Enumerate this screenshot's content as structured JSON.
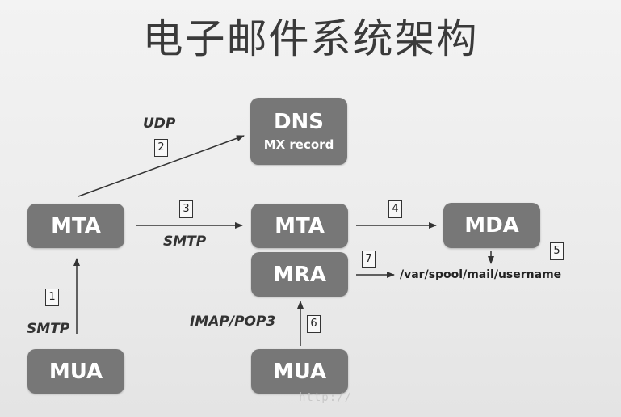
{
  "title": "电子邮件系统架构",
  "boxes": {
    "dns": {
      "main": "DNS",
      "sub": "MX record"
    },
    "mta_left": {
      "main": "MTA"
    },
    "mta_center": {
      "main": "MTA"
    },
    "mda": {
      "main": "MDA"
    },
    "mra": {
      "main": "MRA"
    },
    "mua_left": {
      "main": "MUA"
    },
    "mua_center": {
      "main": "MUA"
    }
  },
  "labels": {
    "udp": "UDP",
    "smtp_top": "SMTP",
    "smtp_left": "SMTP",
    "imap_pop3": "IMAP/POP3",
    "mail_path": "/var/spool/mail/username"
  },
  "steps": [
    "1",
    "2",
    "3",
    "4",
    "5",
    "6",
    "7"
  ],
  "watermark": "http://",
  "colors": {
    "box": "#777777",
    "arrow": "#333333",
    "text": "#3a3a3a"
  }
}
